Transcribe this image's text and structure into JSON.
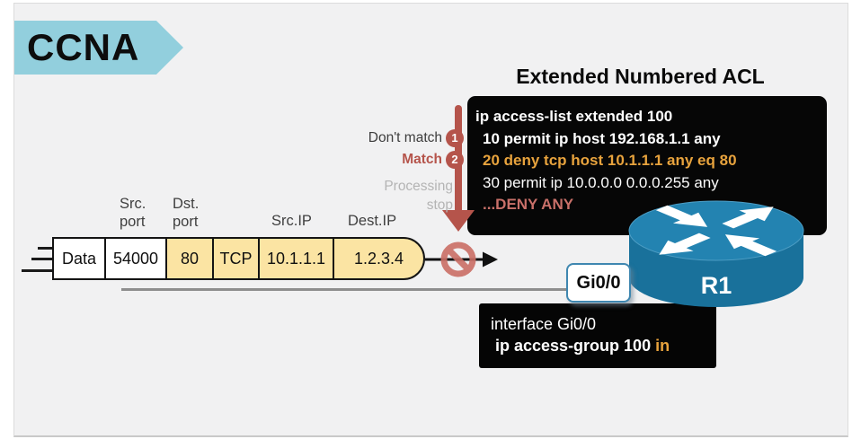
{
  "banner": {
    "label": "CCNA"
  },
  "acl": {
    "title": "Extended Numbered ACL",
    "lines": [
      {
        "text": "ip access-list extended 100"
      },
      {
        "text": "10 permit ip host 192.168.1.1 any"
      },
      {
        "text": "20 deny tcp host 10.1.1.1 any eq 80"
      },
      {
        "text": "30 permit ip 10.0.0.0 0.0.0.255 any"
      },
      {
        "text": "...DENY ANY"
      }
    ]
  },
  "flow": {
    "step1": {
      "badge": "1",
      "label": "Don't match"
    },
    "step2": {
      "badge": "2",
      "label": "Match"
    },
    "processing": {
      "line1": "Processing",
      "line2": "stop"
    }
  },
  "packet": {
    "labels": {
      "src_port_top": "Src.",
      "src_port_bottom": "port",
      "dst_port_top": "Dst.",
      "dst_port_bottom": "port",
      "src_ip": "Src.IP",
      "dest_ip": "Dest.IP"
    },
    "cells": {
      "data": "Data",
      "src_port": "54000",
      "dst_port": "80",
      "protocol": "TCP",
      "src_ip": "10.1.1.1",
      "dest_ip": "1.2.3.4"
    }
  },
  "router": {
    "name": "R1",
    "interface_badge": "Gi0/0"
  },
  "config": {
    "line1": "interface Gi0/0",
    "line2_text": " ip access-group 100 ",
    "line2_keyword": "in"
  },
  "colors": {
    "banner_teal": "#92cfdd",
    "code_gold": "#e8a33d",
    "deny_salmon": "#cb6f66",
    "flow_red": "#b5544b",
    "packet_yellow": "#fbe4a3",
    "router_blue": "#2383b1",
    "router_blue_dark": "#19719b",
    "link_gray": "#8e8e8e"
  }
}
